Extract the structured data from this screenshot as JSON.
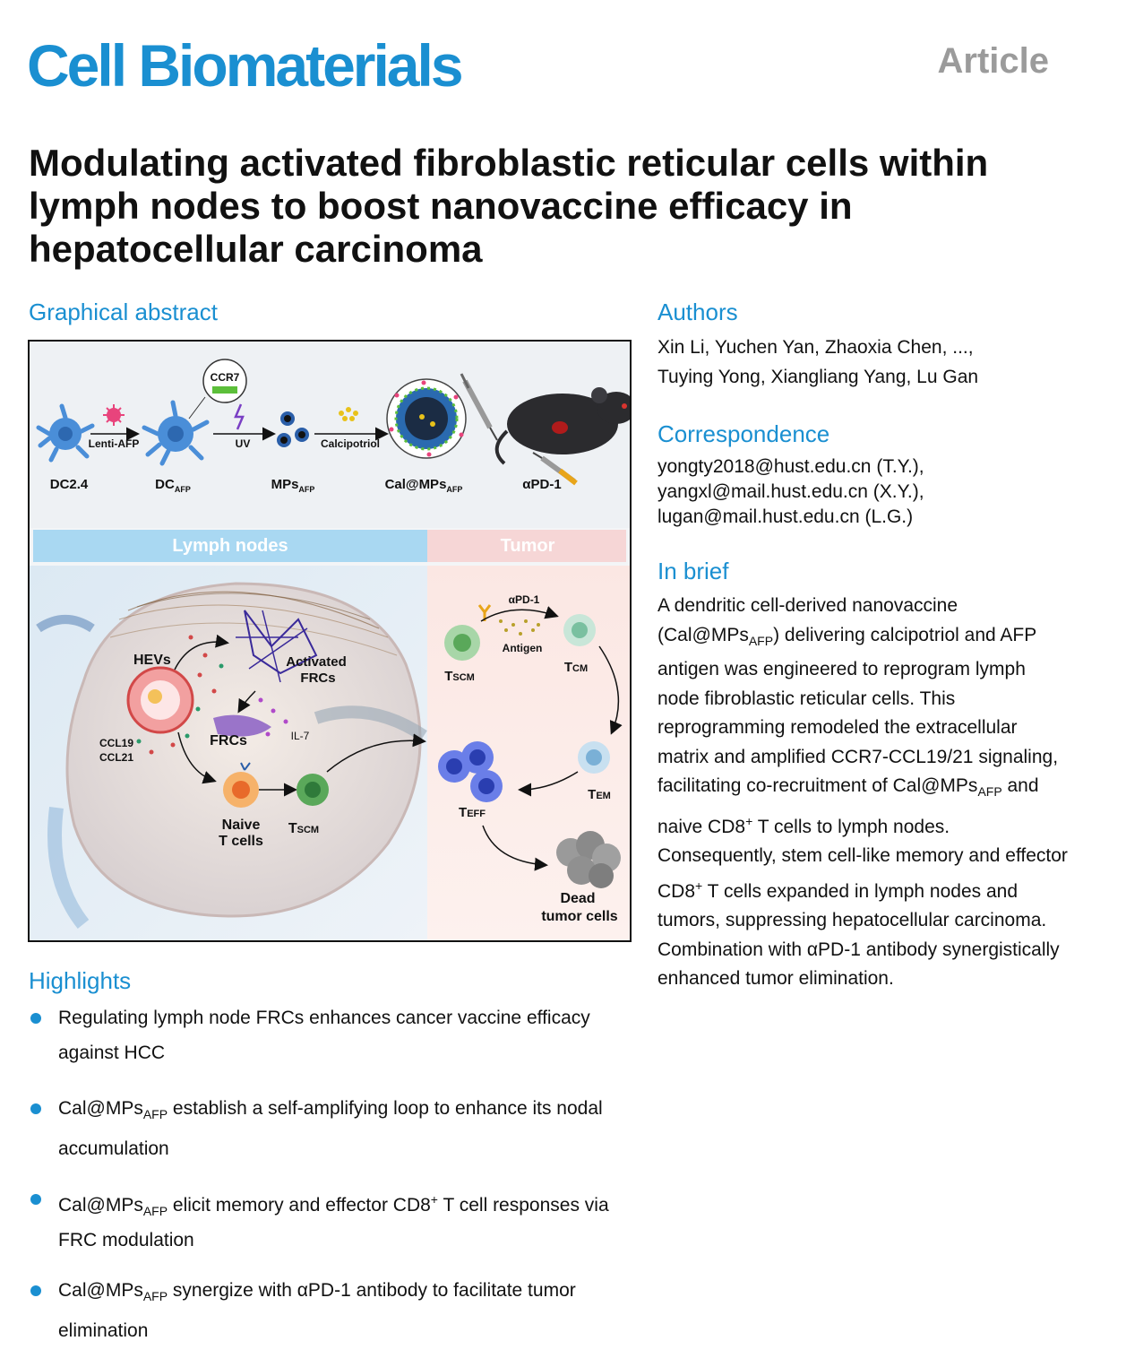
{
  "header": {
    "journal": "Cell Biomaterials",
    "article_type": "Article"
  },
  "title": "Modulating activated fibroblastic reticular cells within lymph nodes to boost nanovaccine efficacy in hepatocellular carcinoma",
  "graphical_abstract": {
    "heading": "Graphical abstract",
    "top_labels": {
      "dc24": "DC2.4",
      "lenti": "Lenti-AFP",
      "dc": "DC",
      "dc_sub": "AFP",
      "ccr7": "CCR7",
      "uv": "UV",
      "mps": "MPs",
      "mps_sub": "AFP",
      "calcipotriol": "Calcipotriol",
      "calmps": "Cal@MPs",
      "calmps_sub": "AFP",
      "apd1": "αPD-1"
    },
    "bands": {
      "lymph": "Lymph nodes",
      "tumor": "Tumor"
    },
    "lymph_labels": {
      "hevs": "HEVs",
      "activated": "Activated",
      "frcs_a": "FRCs",
      "frcs": "FRCs",
      "il7": "IL-7",
      "ccl19": "CCL19",
      "ccl21": "CCL21",
      "naive1": "Naive",
      "naive2": "T cells",
      "tscm": "T",
      "tscm_sub": "SCM"
    },
    "tumor_labels": {
      "apd1": "αPD-1",
      "antigen": "Antigen",
      "tscm": "T",
      "tscm_sub": "SCM",
      "tcm": "T",
      "tcm_sub": "CM",
      "tem": "T",
      "tem_sub": "EM",
      "teff": "T",
      "teff_sub": "EFF",
      "dead1": "Dead",
      "dead2": "tumor cells"
    }
  },
  "highlights": {
    "heading": "Highlights",
    "items": [
      {
        "pre": "Regulating lymph node FRCs enhances cancer vaccine efficacy against HCC",
        "sub": "",
        "mid": "",
        "sup": "",
        "post": ""
      },
      {
        "pre": "Cal@MPs",
        "sub": "AFP",
        "mid": " establish a self-amplifying loop to enhance its nodal accumulation",
        "sup": "",
        "post": ""
      },
      {
        "pre": "Cal@MPs",
        "sub": "AFP",
        "mid": " elicit memory and effector CD8",
        "sup": "+",
        "post": " T cell responses via FRC modulation"
      },
      {
        "pre": "Cal@MPs",
        "sub": "AFP",
        "mid": " synergize with αPD-1 antibody to facilitate tumor elimination",
        "sup": "",
        "post": ""
      }
    ]
  },
  "authors": {
    "heading": "Authors",
    "line1": "Xin Li, Yuchen Yan, Zhaoxia Chen, ...,",
    "line2": "Tuying Yong, Xiangliang Yang, Lu Gan"
  },
  "correspondence": {
    "heading": "Correspondence",
    "emails": [
      "yongty2018@hust.edu.cn (T.Y.),",
      "yangxl@mail.hust.edu.cn (X.Y.),",
      "lugan@mail.hust.edu.cn (L.G.)"
    ]
  },
  "in_brief": {
    "heading": "In brief",
    "p1": "A dendritic cell-derived nanovaccine (Cal@MPs",
    "s1": "AFP",
    "p2": ") delivering calcipotriol and AFP antigen was engineered to reprogram lymph node fibroblastic reticular cells. This reprogramming remodeled the extracellular matrix and amplified CCR7-CCL19/21 signaling, facilitating co-recruitment of Cal@MPs",
    "s2": "AFP",
    "p3": " and naive CD8",
    "sup1": "+",
    "p4": " T cells to lymph nodes. Consequently, stem cell-like memory and effector CD8",
    "sup2": "+",
    "p5": " T cells expanded in lymph nodes and tumors, suppressing hepatocellular carcinoma. Combination with αPD-1 antibody synergistically enhanced tumor elimination."
  }
}
